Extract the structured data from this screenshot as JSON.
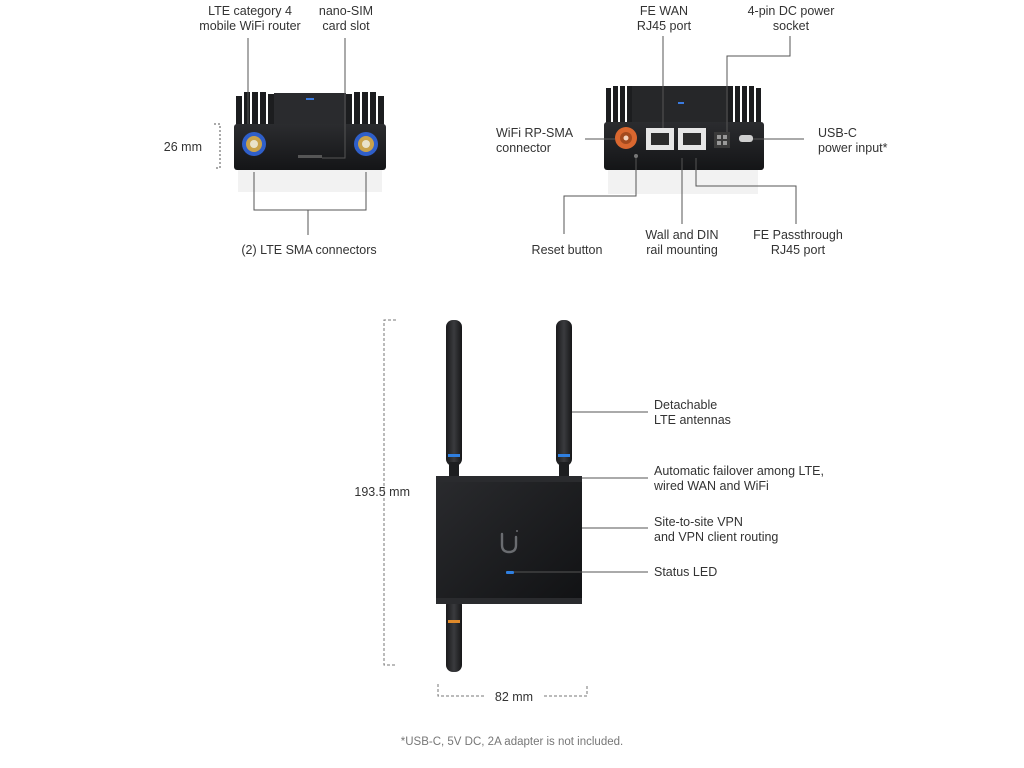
{
  "top_left_labels": {
    "router": "LTE category 4\nmobile WiFi router",
    "sim_slot": "nano-SIM\ncard slot",
    "height_dim": "26 mm",
    "sma_connectors": "(2) LTE SMA connectors"
  },
  "top_right_labels": {
    "wan_port": "FE WAN\nRJ45 port",
    "dc_socket": "4-pin DC power\nsocket",
    "wifi_sma": "WiFi RP-SMA\nconnector",
    "usbc": "USB-C\npower input*",
    "reset": "Reset button",
    "mounting": "Wall and DIN\nrail mounting",
    "passthrough": "FE Passthrough\nRJ45 port"
  },
  "bottom_labels": {
    "antennas": "Detachable\nLTE antennas",
    "failover": "Automatic failover among LTE,\nwired WAN and WiFi",
    "vpn": "Site-to-site VPN\nand VPN client routing",
    "status_led": "Status LED",
    "height_dim": "193.5 mm",
    "width_dim": "82 mm"
  },
  "footnote": "*USB-C, 5V DC, 2A adapter is not included.",
  "colors": {
    "device_body": "#1d1e20",
    "sma_gold": "#c79a3c",
    "sma_blue": "#3a6fd8",
    "wifi_sma": "#d6622b",
    "antenna_ring_blue": "#2f7fe0",
    "antenna_ring_orange": "#e08a2a",
    "leader_line": "#555555"
  }
}
